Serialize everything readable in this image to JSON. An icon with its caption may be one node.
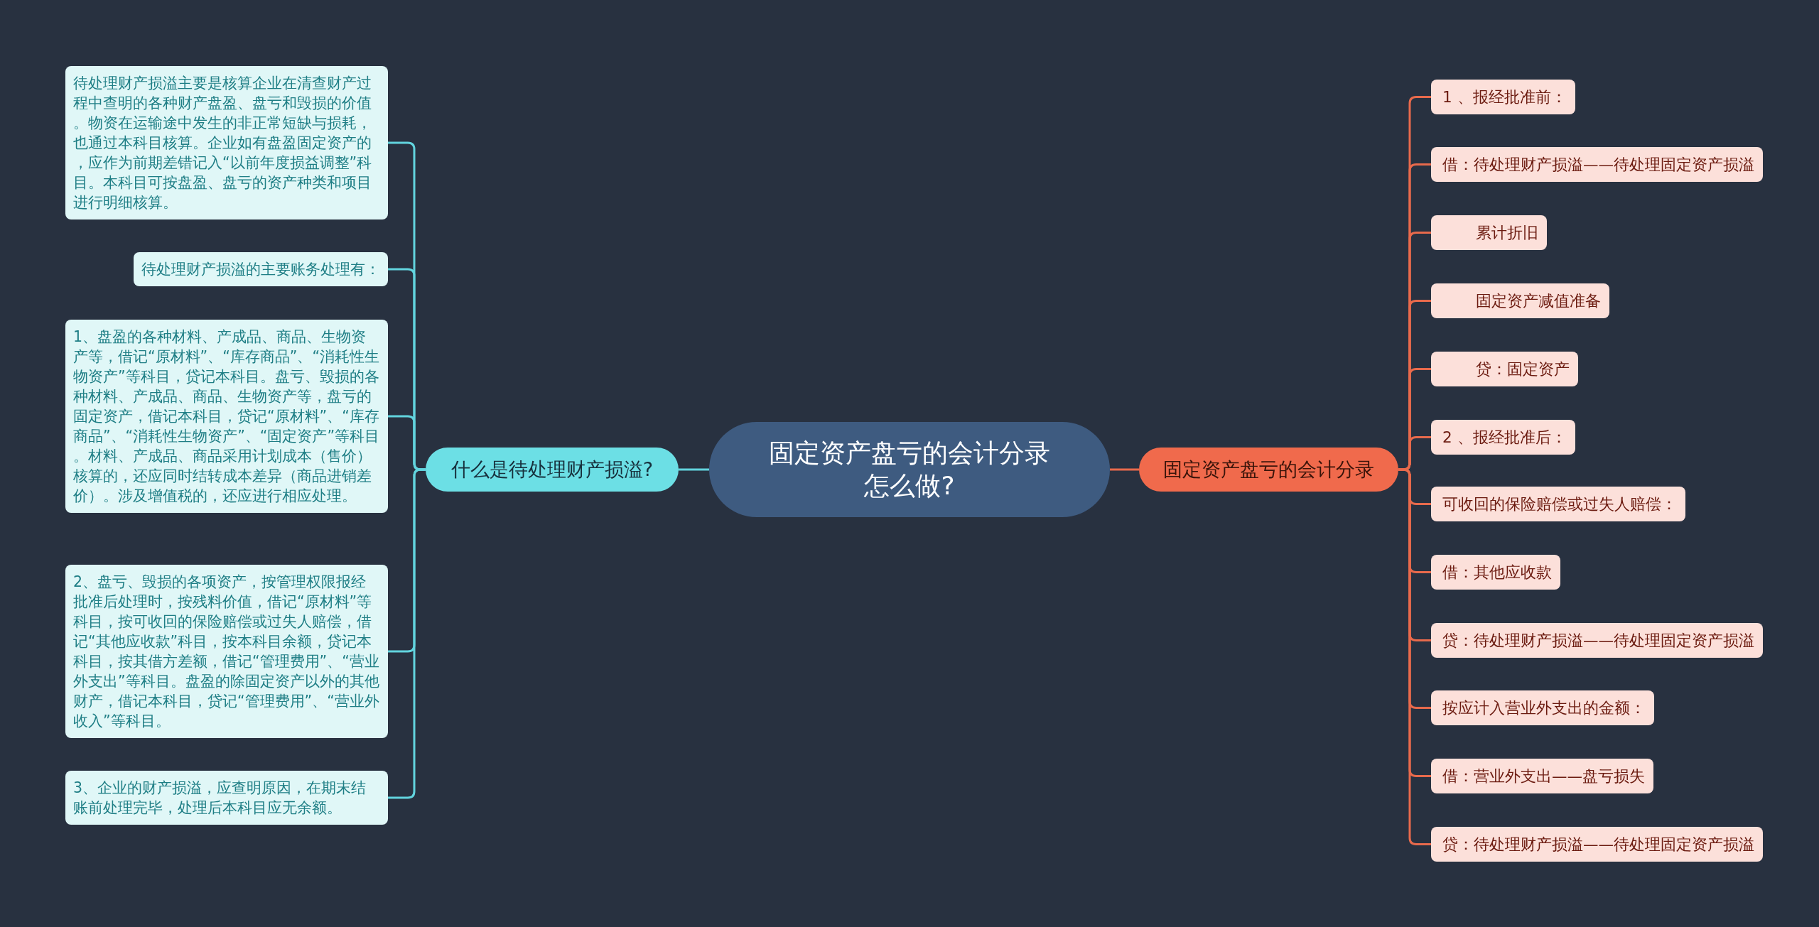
{
  "diagram": {
    "nodes": [
      {
        "text": [
          "固定资产盘亏的会计分录怎么做?"
        ]
      },
      {
        "text": [
          "什么是待处理财产损溢?"
        ]
      },
      {
        "text": [
          "待处理财产损溢主要是核算企业在清查财产过程中查明的各种财产盘盈、盘亏和毁损的价值。物资在运输途中发生的非正常短缺与损耗，也通过本科目核算。企业如有盘盈固定资产的，应作为前期差错记入“以前年度损益调整”科目。本科目可按盘盈、盘亏的资产种类和项目进行明细核算。"
        ]
      },
      {
        "text": [
          "待处理财产损溢的主要账务处理有："
        ]
      },
      {
        "text": [
          "1、盘盈的各种材料、产成品、商品、生物资产等，借记“原材料”、“库存商品”、“消耗性生物资产”等科目，贷记本科目。盘亏、毁损的各种材料、产成品、商品、生物资产等，盘亏的固定资产，借记本科目，贷记“原材料”、“库存商品”、“消耗性生物资产”、“固定资产”等科目。材料、产成品、商品采用计划成本（售价）核算的，还应同时结转成本差异（商品进销差价）。涉及增值税的，还应进行相应处理。"
        ]
      },
      {
        "text": [
          "2、盘亏、毁损的各项资产，按管理权限报经批准后处理时，按残料价值，借记“原材料”等科目，按可收回的保险赔偿或过失人赔偿，借记“其他应收款”科目，按本科目余额，贷记本科目，按其借方差额，借记“管理费用”、“营业外支出”等科目。盘盈的除固定资产以外的其他财产，借记本科目，贷记“管理费用”、“营业外收入”等科目。"
        ]
      },
      {
        "text": [
          "3、企业的财产损溢，应查明原因，在期末结账前处理完毕，处理后本科目应无余额。"
        ]
      },
      {
        "text": [
          "固定资产盘亏的会计分录"
        ]
      },
      {
        "text": [
          "1 、报经批准前："
        ]
      },
      {
        "text": [
          "借：待处理财产损溢——待处理固定资产损溢"
        ]
      },
      {
        "text": [
          "累计折旧"
        ]
      },
      {
        "text": [
          "固定资产减值准备"
        ]
      },
      {
        "text": [
          "贷：固定资产"
        ]
      },
      {
        "text": [
          "2 、报经批准后："
        ]
      },
      {
        "text": [
          "可收回的保险赔偿或过失人赔偿："
        ]
      },
      {
        "text": [
          "借：其他应收款"
        ]
      },
      {
        "text": [
          "贷：待处理财产损溢——待处理固定资产损溢"
        ]
      },
      {
        "text": [
          "按应计入营业外支出的金额："
        ]
      },
      {
        "text": [
          "借：营业外支出——盘亏损失"
        ]
      },
      {
        "text": [
          "贷：待处理财产损溢——待处理固定资产损溢"
        ]
      }
    ],
    "edges": [
      {
        "from": 0,
        "to": 1,
        "arrow": "none",
        "color": "#62d4de"
      },
      {
        "from": 1,
        "to": 2,
        "arrow": "none",
        "color": "#62d4de"
      },
      {
        "from": 1,
        "to": 3,
        "arrow": "none",
        "color": "#62d4de"
      },
      {
        "from": 1,
        "to": 4,
        "arrow": "none",
        "color": "#62d4de"
      },
      {
        "from": 1,
        "to": 5,
        "arrow": "none",
        "color": "#62d4de"
      },
      {
        "from": 1,
        "to": 6,
        "arrow": "none",
        "color": "#62d4de"
      },
      {
        "from": 0,
        "to": 7,
        "arrow": "none"
      },
      {
        "from": 7,
        "to": 8,
        "arrow": "none"
      },
      {
        "from": 7,
        "to": 9,
        "arrow": "none"
      },
      {
        "from": 7,
        "to": 10,
        "arrow": "none"
      },
      {
        "from": 7,
        "to": 11,
        "arrow": "none"
      },
      {
        "from": 7,
        "to": 12,
        "arrow": "none"
      },
      {
        "from": 7,
        "to": 13,
        "arrow": "none"
      },
      {
        "from": 7,
        "to": 14,
        "arrow": "none"
      },
      {
        "from": 7,
        "to": 15,
        "arrow": "none"
      },
      {
        "from": 7,
        "to": 16,
        "arrow": "none"
      },
      {
        "from": 7,
        "to": 17,
        "arrow": "none"
      },
      {
        "from": 7,
        "to": 18,
        "arrow": "none"
      },
      {
        "from": 7,
        "to": 19,
        "arrow": "none"
      }
    ]
  }
}
